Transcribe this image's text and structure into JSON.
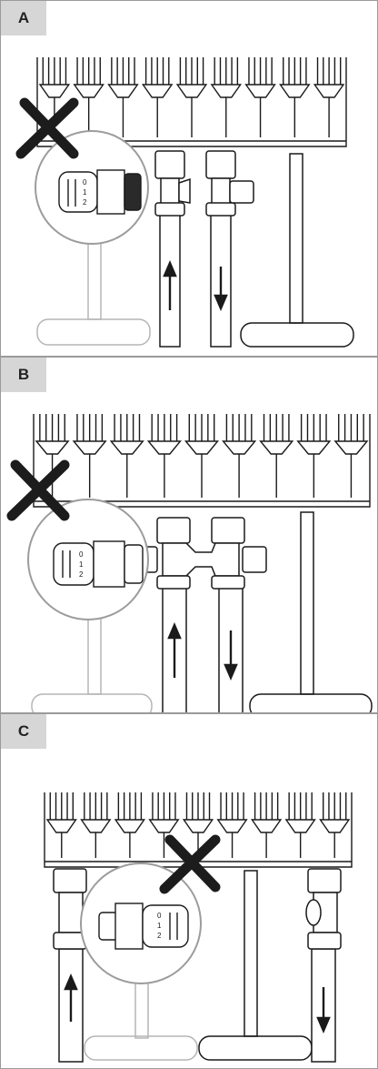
{
  "panels": [
    {
      "label": "A"
    },
    {
      "label": "B"
    },
    {
      "label": "C"
    }
  ],
  "thermostat_dial": {
    "scale_marks": [
      "0",
      "1",
      "2"
    ]
  },
  "colors": {
    "line": "#1a1a1a",
    "faded": "#b5b5b5",
    "cross": "#1c1c1c",
    "label_bg": "#d6d6d6",
    "border": "#9a9a9a"
  }
}
